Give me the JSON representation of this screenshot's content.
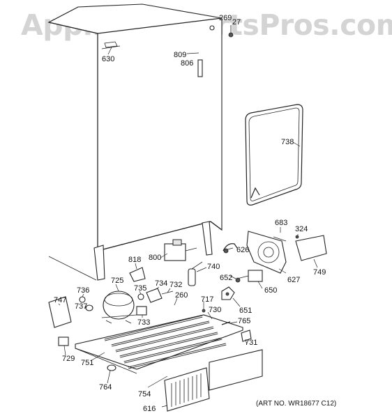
{
  "watermark": "AppliancePartsPros.com",
  "art_number": "(ART NO. WR18677 C12)",
  "parts": [
    {
      "id": "p269",
      "number": "269"
    },
    {
      "id": "p27",
      "number": "27"
    },
    {
      "id": "p630",
      "number": "630"
    },
    {
      "id": "p809",
      "number": "809"
    },
    {
      "id": "p806",
      "number": "806"
    },
    {
      "id": "p738",
      "number": "738"
    },
    {
      "id": "p683",
      "number": "683"
    },
    {
      "id": "p324",
      "number": "324"
    },
    {
      "id": "p749",
      "number": "749"
    },
    {
      "id": "p627",
      "number": "627"
    },
    {
      "id": "p626",
      "number": "626"
    },
    {
      "id": "p818",
      "number": "818"
    },
    {
      "id": "p800",
      "number": "800"
    },
    {
      "id": "p740",
      "number": "740"
    },
    {
      "id": "p652",
      "number": "652"
    },
    {
      "id": "p650",
      "number": "650"
    },
    {
      "id": "p651",
      "number": "651"
    },
    {
      "id": "p725",
      "number": "725"
    },
    {
      "id": "p736",
      "number": "736"
    },
    {
      "id": "p735",
      "number": "735"
    },
    {
      "id": "p734",
      "number": "734"
    },
    {
      "id": "p732",
      "number": "732"
    },
    {
      "id": "p747",
      "number": "747"
    },
    {
      "id": "p737",
      "number": "737"
    },
    {
      "id": "p733",
      "number": "733"
    },
    {
      "id": "p260",
      "number": "260"
    },
    {
      "id": "p717",
      "number": "717"
    },
    {
      "id": "p730",
      "number": "730"
    },
    {
      "id": "p765",
      "number": "765"
    },
    {
      "id": "p731",
      "number": "731"
    },
    {
      "id": "p729",
      "number": "729"
    },
    {
      "id": "p751",
      "number": "751"
    },
    {
      "id": "p754",
      "number": "754"
    },
    {
      "id": "p764",
      "number": "764"
    },
    {
      "id": "p616",
      "number": "616"
    }
  ]
}
